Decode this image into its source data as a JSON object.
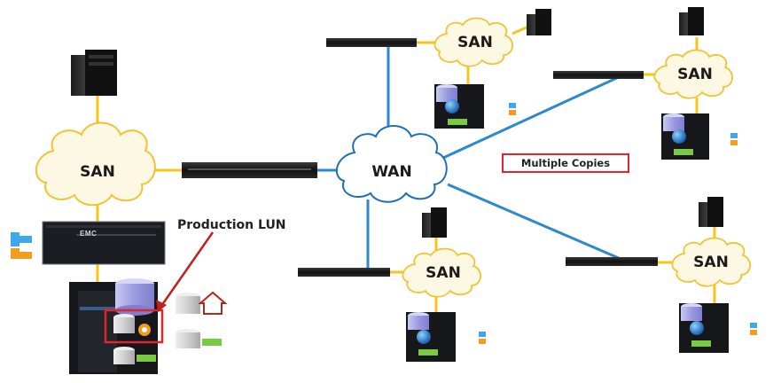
{
  "clouds": {
    "production_san": "SAN",
    "wan": "WAN",
    "top_center_san": "SAN",
    "top_right_san": "SAN",
    "bottom_center_san": "SAN",
    "bottom_right_san": "SAN"
  },
  "labels": {
    "production_lun": "Production LUN",
    "multiple_copies": "Multiple Copies",
    "storage_brand": "EMC"
  },
  "colors": {
    "san_cloud_fill": "#fdf8e4",
    "san_cloud_stroke": "#f2c233",
    "wan_cloud_fill": "#ffffff",
    "wan_cloud_stroke": "#1f6fb4",
    "link_yellow": "#f5c518",
    "link_blue": "#2a8ad0",
    "highlight_red": "#e0262a"
  },
  "icons": [
    "server-tower-icon",
    "network-switch-icon",
    "storage-array-icon",
    "database-disk-icon",
    "database-home-icon",
    "database-replica-icon",
    "gear-icon",
    "connector-plug-icon"
  ]
}
